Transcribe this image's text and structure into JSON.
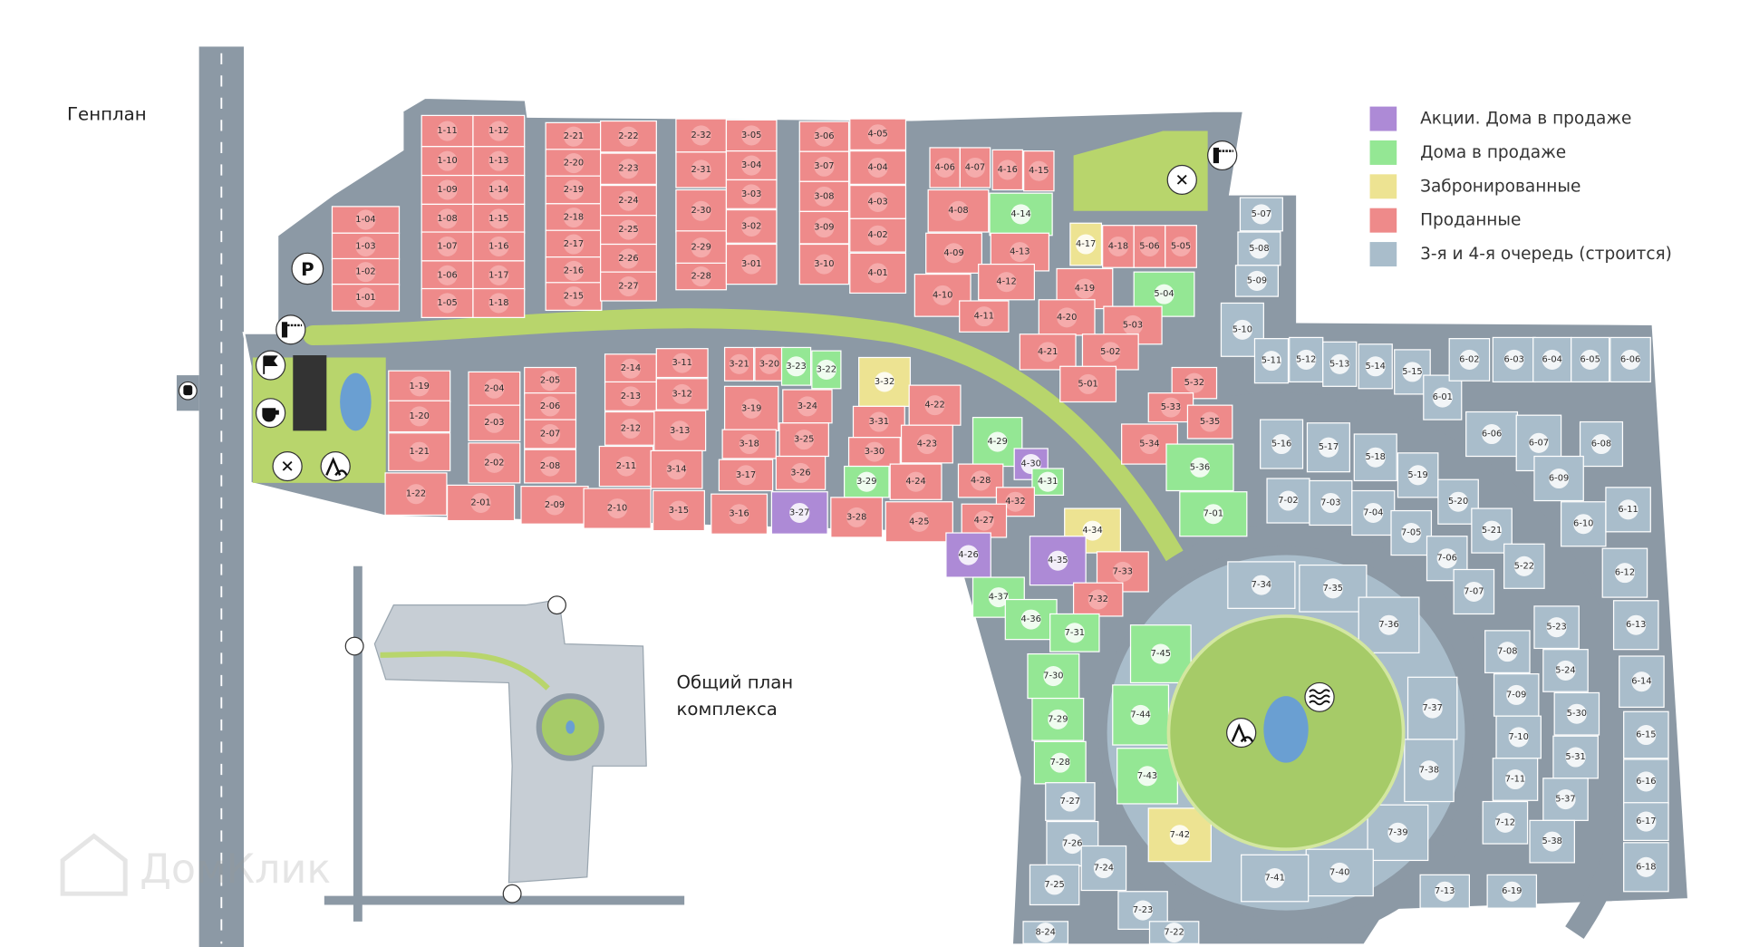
{
  "page": {
    "title": "Генплан",
    "inset_caption_line1": "Общий план",
    "inset_caption_line2": "комплекса",
    "watermark": "ДомКлик"
  },
  "legend": [
    {
      "status": "promo",
      "label": "Акции. Дома в продаже",
      "color": "#ad8ad6"
    },
    {
      "status": "sale",
      "label": "Дома в продаже",
      "color": "#94e794"
    },
    {
      "status": "reserved",
      "label": "Забронированные",
      "color": "#ede392"
    },
    {
      "status": "sold",
      "label": "Проданные",
      "color": "#ee8a8a"
    },
    {
      "status": "construction",
      "label": "3-я и 4-я очередь (строится)",
      "color": "#a9bdcb"
    }
  ],
  "colors": {
    "road": "#8c99a5",
    "green": "#b8d56c",
    "lake": "#6a9fd2",
    "label_bg": "#f6b3b3"
  },
  "icons": [
    "parking-icon",
    "barrier-icon",
    "flag-icon",
    "cafe-icon",
    "sports-icon",
    "playground-icon",
    "water-icon",
    "bus-stop-icon"
  ],
  "icon_text": {
    "parking": "P"
  },
  "lots": [
    {
      "id": "1-04",
      "status": "sold"
    },
    {
      "id": "1-03",
      "status": "sold"
    },
    {
      "id": "1-02",
      "status": "sold"
    },
    {
      "id": "1-01",
      "status": "sold"
    },
    {
      "id": "1-11",
      "status": "sold"
    },
    {
      "id": "1-10",
      "status": "sold"
    },
    {
      "id": "1-09",
      "status": "sold"
    },
    {
      "id": "1-08",
      "status": "sold"
    },
    {
      "id": "1-07",
      "status": "sold"
    },
    {
      "id": "1-06",
      "status": "sold"
    },
    {
      "id": "1-05",
      "status": "sold"
    },
    {
      "id": "1-12",
      "status": "sold"
    },
    {
      "id": "1-13",
      "status": "sold"
    },
    {
      "id": "1-14",
      "status": "sold"
    },
    {
      "id": "1-15",
      "status": "sold"
    },
    {
      "id": "1-16",
      "status": "sold"
    },
    {
      "id": "1-17",
      "status": "sold"
    },
    {
      "id": "1-18",
      "status": "sold"
    },
    {
      "id": "2-21",
      "status": "sold"
    },
    {
      "id": "2-20",
      "status": "sold"
    },
    {
      "id": "2-19",
      "status": "sold"
    },
    {
      "id": "2-18",
      "status": "sold"
    },
    {
      "id": "2-17",
      "status": "sold"
    },
    {
      "id": "2-16",
      "status": "sold"
    },
    {
      "id": "2-15",
      "status": "sold"
    },
    {
      "id": "2-22",
      "status": "sold"
    },
    {
      "id": "2-23",
      "status": "sold"
    },
    {
      "id": "2-24",
      "status": "sold"
    },
    {
      "id": "2-25",
      "status": "sold"
    },
    {
      "id": "2-26",
      "status": "sold"
    },
    {
      "id": "2-27",
      "status": "sold"
    },
    {
      "id": "2-32",
      "status": "sold"
    },
    {
      "id": "2-31",
      "status": "sold"
    },
    {
      "id": "2-30",
      "status": "sold"
    },
    {
      "id": "2-29",
      "status": "sold"
    },
    {
      "id": "2-28",
      "status": "sold"
    },
    {
      "id": "3-05",
      "status": "sold"
    },
    {
      "id": "3-04",
      "status": "sold"
    },
    {
      "id": "3-03",
      "status": "sold"
    },
    {
      "id": "3-02",
      "status": "sold"
    },
    {
      "id": "3-01",
      "status": "sold"
    },
    {
      "id": "3-06",
      "status": "sold"
    },
    {
      "id": "3-07",
      "status": "sold"
    },
    {
      "id": "3-08",
      "status": "sold"
    },
    {
      "id": "3-09",
      "status": "sold"
    },
    {
      "id": "3-10",
      "status": "sold"
    },
    {
      "id": "4-05",
      "status": "sold"
    },
    {
      "id": "4-04",
      "status": "sold"
    },
    {
      "id": "4-03",
      "status": "sold"
    },
    {
      "id": "4-02",
      "status": "sold"
    },
    {
      "id": "4-01",
      "status": "sold"
    },
    {
      "id": "4-06",
      "status": "sold"
    },
    {
      "id": "4-07",
      "status": "sold"
    },
    {
      "id": "4-16",
      "status": "sold"
    },
    {
      "id": "4-15",
      "status": "sold"
    },
    {
      "id": "4-08",
      "status": "sold"
    },
    {
      "id": "4-14",
      "status": "sale"
    },
    {
      "id": "4-09",
      "status": "sold"
    },
    {
      "id": "4-13",
      "status": "sold"
    },
    {
      "id": "4-10",
      "status": "sold"
    },
    {
      "id": "4-12",
      "status": "sold"
    },
    {
      "id": "4-11",
      "status": "sold"
    },
    {
      "id": "4-17",
      "status": "reserved"
    },
    {
      "id": "4-18",
      "status": "sold"
    },
    {
      "id": "5-06",
      "status": "sold"
    },
    {
      "id": "5-05",
      "status": "sold"
    },
    {
      "id": "4-19",
      "status": "sold"
    },
    {
      "id": "5-04",
      "status": "sale"
    },
    {
      "id": "4-20",
      "status": "sold"
    },
    {
      "id": "5-03",
      "status": "sold"
    },
    {
      "id": "4-21",
      "status": "sold"
    },
    {
      "id": "5-02",
      "status": "sold"
    },
    {
      "id": "5-01",
      "status": "sold"
    },
    {
      "id": "5-32",
      "status": "sold"
    },
    {
      "id": "5-33",
      "status": "sold"
    },
    {
      "id": "5-35",
      "status": "sold"
    },
    {
      "id": "5-34",
      "status": "sold"
    },
    {
      "id": "5-36",
      "status": "sale"
    },
    {
      "id": "7-01",
      "status": "sale"
    },
    {
      "id": "1-19",
      "status": "sold"
    },
    {
      "id": "1-20",
      "status": "sold"
    },
    {
      "id": "1-21",
      "status": "sold"
    },
    {
      "id": "1-22",
      "status": "sold"
    },
    {
      "id": "2-04",
      "status": "sold"
    },
    {
      "id": "2-03",
      "status": "sold"
    },
    {
      "id": "2-02",
      "status": "sold"
    },
    {
      "id": "2-01",
      "status": "sold"
    },
    {
      "id": "2-05",
      "status": "sold"
    },
    {
      "id": "2-06",
      "status": "sold"
    },
    {
      "id": "2-07",
      "status": "sold"
    },
    {
      "id": "2-08",
      "status": "sold"
    },
    {
      "id": "2-09",
      "status": "sold"
    },
    {
      "id": "2-14",
      "status": "sold"
    },
    {
      "id": "2-13",
      "status": "sold"
    },
    {
      "id": "2-12",
      "status": "sold"
    },
    {
      "id": "2-11",
      "status": "sold"
    },
    {
      "id": "2-10",
      "status": "sold"
    },
    {
      "id": "3-11",
      "status": "sold"
    },
    {
      "id": "3-12",
      "status": "sold"
    },
    {
      "id": "3-13",
      "status": "sold"
    },
    {
      "id": "3-14",
      "status": "sold"
    },
    {
      "id": "3-15",
      "status": "sold"
    },
    {
      "id": "3-21",
      "status": "sold"
    },
    {
      "id": "3-20",
      "status": "sold"
    },
    {
      "id": "3-19",
      "status": "sold"
    },
    {
      "id": "3-18",
      "status": "sold"
    },
    {
      "id": "3-17",
      "status": "sold"
    },
    {
      "id": "3-16",
      "status": "sold"
    },
    {
      "id": "3-23",
      "status": "sale"
    },
    {
      "id": "3-22",
      "status": "sale"
    },
    {
      "id": "3-24",
      "status": "sold"
    },
    {
      "id": "3-25",
      "status": "sold"
    },
    {
      "id": "3-26",
      "status": "sold"
    },
    {
      "id": "3-27",
      "status": "promo"
    },
    {
      "id": "3-32",
      "status": "reserved"
    },
    {
      "id": "3-31",
      "status": "sold"
    },
    {
      "id": "3-30",
      "status": "sold"
    },
    {
      "id": "3-29",
      "status": "sale"
    },
    {
      "id": "3-28",
      "status": "sold"
    },
    {
      "id": "4-22",
      "status": "sold"
    },
    {
      "id": "4-23",
      "status": "sold"
    },
    {
      "id": "4-24",
      "status": "sold"
    },
    {
      "id": "4-25",
      "status": "sold"
    },
    {
      "id": "4-29",
      "status": "sale"
    },
    {
      "id": "4-30",
      "status": "promo"
    },
    {
      "id": "4-31",
      "status": "sale"
    },
    {
      "id": "4-28",
      "status": "sold"
    },
    {
      "id": "4-32",
      "status": "sold"
    },
    {
      "id": "4-27",
      "status": "sold"
    },
    {
      "id": "4-34",
      "status": "reserved"
    },
    {
      "id": "4-26",
      "status": "promo"
    },
    {
      "id": "4-35",
      "status": "promo"
    },
    {
      "id": "7-33",
      "status": "sold"
    },
    {
      "id": "4-37",
      "status": "sale"
    },
    {
      "id": "4-36",
      "status": "sale"
    },
    {
      "id": "7-32",
      "status": "sold"
    },
    {
      "id": "7-31",
      "status": "sale"
    },
    {
      "id": "7-30",
      "status": "sale"
    },
    {
      "id": "7-29",
      "status": "sale"
    },
    {
      "id": "7-28",
      "status": "sale"
    },
    {
      "id": "7-27",
      "status": "construction"
    },
    {
      "id": "7-26",
      "status": "construction"
    },
    {
      "id": "7-25",
      "status": "construction"
    },
    {
      "id": "7-24",
      "status": "construction"
    },
    {
      "id": "7-23",
      "status": "construction"
    },
    {
      "id": "7-22",
      "status": "construction"
    },
    {
      "id": "8-24",
      "status": "construction"
    },
    {
      "id": "7-45",
      "status": "sale"
    },
    {
      "id": "7-44",
      "status": "sale"
    },
    {
      "id": "7-43",
      "status": "sale"
    },
    {
      "id": "7-42",
      "status": "reserved"
    },
    {
      "id": "7-34",
      "status": "construction"
    },
    {
      "id": "7-35",
      "status": "construction"
    },
    {
      "id": "7-36",
      "status": "construction"
    },
    {
      "id": "7-37",
      "status": "construction"
    },
    {
      "id": "7-38",
      "status": "construction"
    },
    {
      "id": "7-39",
      "status": "construction"
    },
    {
      "id": "7-40",
      "status": "construction"
    },
    {
      "id": "7-41",
      "status": "construction"
    },
    {
      "id": "5-07",
      "status": "construction"
    },
    {
      "id": "5-08",
      "status": "construction"
    },
    {
      "id": "5-09",
      "status": "construction"
    },
    {
      "id": "5-10",
      "status": "construction"
    },
    {
      "id": "5-11",
      "status": "construction"
    },
    {
      "id": "5-12",
      "status": "construction"
    },
    {
      "id": "5-13",
      "status": "construction"
    },
    {
      "id": "5-14",
      "status": "construction"
    },
    {
      "id": "5-15",
      "status": "construction"
    },
    {
      "id": "6-01",
      "status": "construction"
    },
    {
      "id": "6-02",
      "status": "construction"
    },
    {
      "id": "6-03",
      "status": "construction"
    },
    {
      "id": "6-04",
      "status": "construction"
    },
    {
      "id": "6-05",
      "status": "construction"
    },
    {
      "id": "6-06",
      "status": "construction"
    },
    {
      "id": "6-06",
      "status": "construction"
    },
    {
      "id": "6-07",
      "status": "construction"
    },
    {
      "id": "6-08",
      "status": "construction"
    },
    {
      "id": "6-09",
      "status": "construction"
    },
    {
      "id": "6-10",
      "status": "construction"
    },
    {
      "id": "6-11",
      "status": "construction"
    },
    {
      "id": "6-12",
      "status": "construction"
    },
    {
      "id": "6-13",
      "status": "construction"
    },
    {
      "id": "6-14",
      "status": "construction"
    },
    {
      "id": "6-15",
      "status": "construction"
    },
    {
      "id": "6-16",
      "status": "construction"
    },
    {
      "id": "6-17",
      "status": "construction"
    },
    {
      "id": "6-18",
      "status": "construction"
    },
    {
      "id": "6-19",
      "status": "construction"
    },
    {
      "id": "7-13",
      "status": "construction"
    },
    {
      "id": "5-16",
      "status": "construction"
    },
    {
      "id": "5-17",
      "status": "construction"
    },
    {
      "id": "5-18",
      "status": "construction"
    },
    {
      "id": "5-19",
      "status": "construction"
    },
    {
      "id": "5-20",
      "status": "construction"
    },
    {
      "id": "5-21",
      "status": "construction"
    },
    {
      "id": "5-22",
      "status": "construction"
    },
    {
      "id": "7-02",
      "status": "construction"
    },
    {
      "id": "7-03",
      "status": "construction"
    },
    {
      "id": "7-04",
      "status": "construction"
    },
    {
      "id": "7-05",
      "status": "construction"
    },
    {
      "id": "7-06",
      "status": "construction"
    },
    {
      "id": "7-07",
      "status": "construction"
    },
    {
      "id": "5-23",
      "status": "construction"
    },
    {
      "id": "5-24",
      "status": "construction"
    },
    {
      "id": "5-30",
      "status": "construction"
    },
    {
      "id": "5-31",
      "status": "construction"
    },
    {
      "id": "5-37",
      "status": "construction"
    },
    {
      "id": "5-38",
      "status": "construction"
    },
    {
      "id": "7-08",
      "status": "construction"
    },
    {
      "id": "7-09",
      "status": "construction"
    },
    {
      "id": "7-10",
      "status": "construction"
    },
    {
      "id": "7-11",
      "status": "construction"
    },
    {
      "id": "7-12",
      "status": "construction"
    }
  ]
}
